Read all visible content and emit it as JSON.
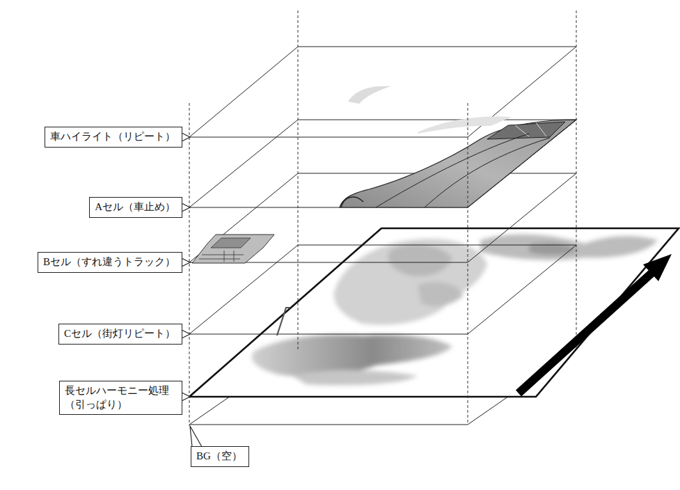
{
  "diagram": {
    "nodes": [
      {
        "text": [
          "車ハイライト（リピート）"
        ]
      },
      {
        "text": [
          "Aセル（車止め）"
        ]
      },
      {
        "text": [
          "Bセル（すれ違うトラック）"
        ]
      },
      {
        "text": [
          "Cセル（街灯リピート）"
        ]
      },
      {
        "text": [
          "長セルハーモニー処理 （引っぱり）"
        ]
      },
      {
        "text": [
          "BG（空）"
        ]
      }
    ]
  }
}
